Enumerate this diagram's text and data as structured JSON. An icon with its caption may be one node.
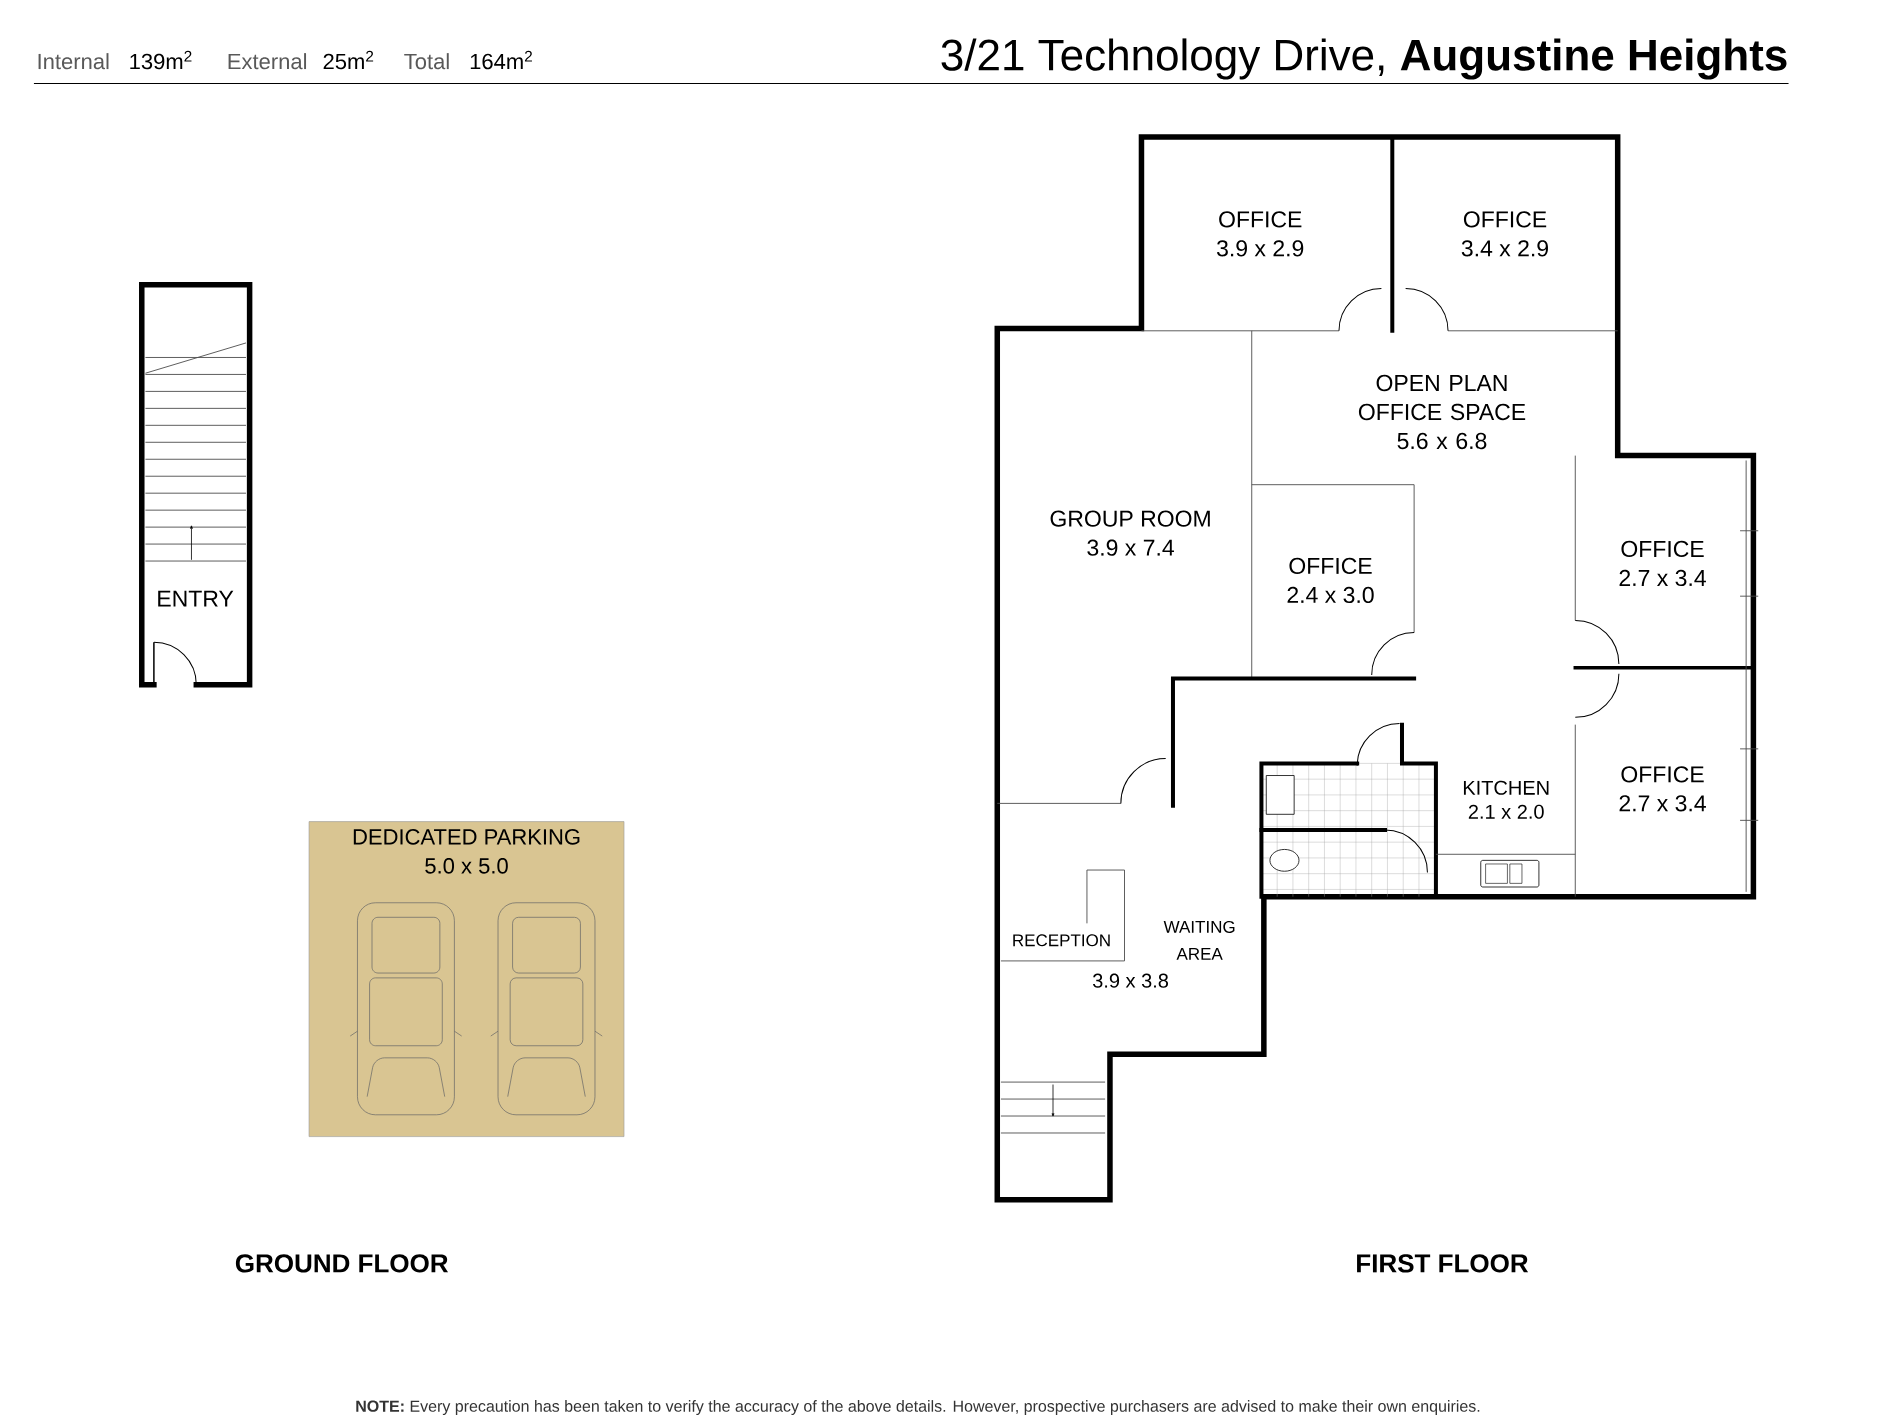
{
  "diagram": {
    "title": "3/21 Technology Drive, **Augustine Heights**",
    "nodes": [
      {
        "text": [
          "ENTRY"
        ]
      },
      {
        "text": [
          "DEDICATED PARKING",
          "5.0 x 5.0"
        ]
      },
      {
        "text": [
          "OFFICE",
          "3.9 x 2.9"
        ]
      },
      {
        "text": [
          "OFFICE",
          "3.4 x 2.9"
        ]
      },
      {
        "text": [
          "OPEN PLAN OFFICE SPACE",
          "5.6 x 6.8"
        ]
      },
      {
        "text": [
          "GROUP ROOM",
          "3.9 x 7.4"
        ]
      },
      {
        "text": [
          "OFFICE",
          "2.4 x 3.0"
        ]
      },
      {
        "text": [
          "OFFICE",
          "2.7 x 3.4"
        ]
      },
      {
        "text": [
          "KITCHEN",
          "2.1 x 2.0"
        ]
      },
      {
        "text": [
          "OFFICE",
          "2.7 x 3.4"
        ]
      },
      {
        "text": [
          "RECEPTION"
        ]
      },
      {
        "text": [
          "WAITING AREA"
        ]
      }
    ],
    "labels": [
      "Internal",
      "139m$^{2}$",
      "External",
      "25m$^{2}$",
      "Total",
      "164m$^{2}$",
      "3.9 x 3.8",
      "GROUND FLOOR",
      "FIRST FLOOR",
      "**NOTE:** Every precaution has been taken to verify the accuracy of the above details. However, prospective purchasers are advised to make their own enquiries."
    ]
  }
}
